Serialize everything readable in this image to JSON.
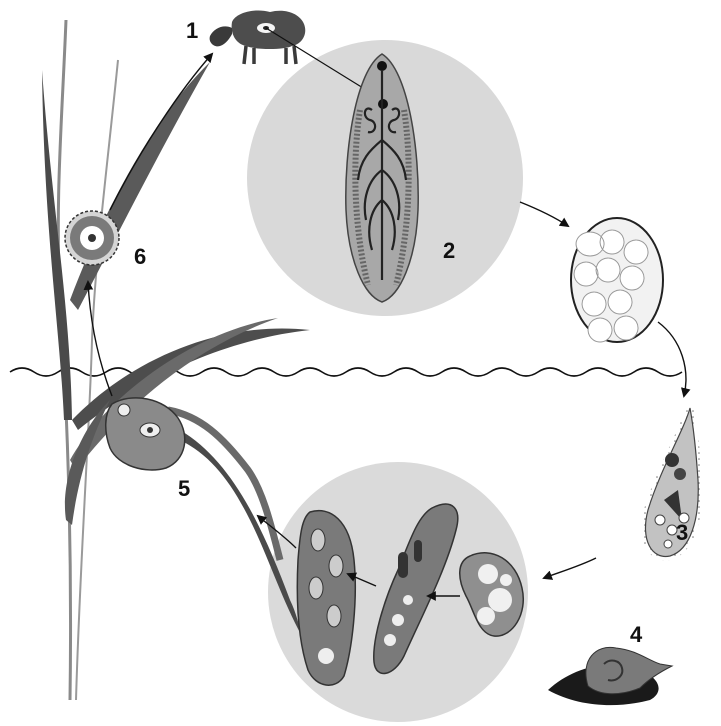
{
  "labels": {
    "stage_1": "1",
    "stage_2": "2",
    "stage_3": "3",
    "stage_4": "4",
    "stage_5": "5",
    "stage_6": "6"
  },
  "icons": {
    "host": "sheep-icon",
    "adult": "adult-fluke-icon",
    "egg": "egg-icon",
    "larva": "miracidium-icon",
    "snail": "snail-icon",
    "sporocyst": "sporocyst-icon",
    "redia": "redia-icon",
    "cercaria": "cercaria-icon",
    "cyst": "metacercaria-cyst-icon",
    "plant": "grass-icon"
  },
  "colors": {
    "circle": "#d9d9d9",
    "dark": "#4d4d4d",
    "mid": "#8a8a8a",
    "light": "#bdbdbd",
    "line": "#111111"
  }
}
